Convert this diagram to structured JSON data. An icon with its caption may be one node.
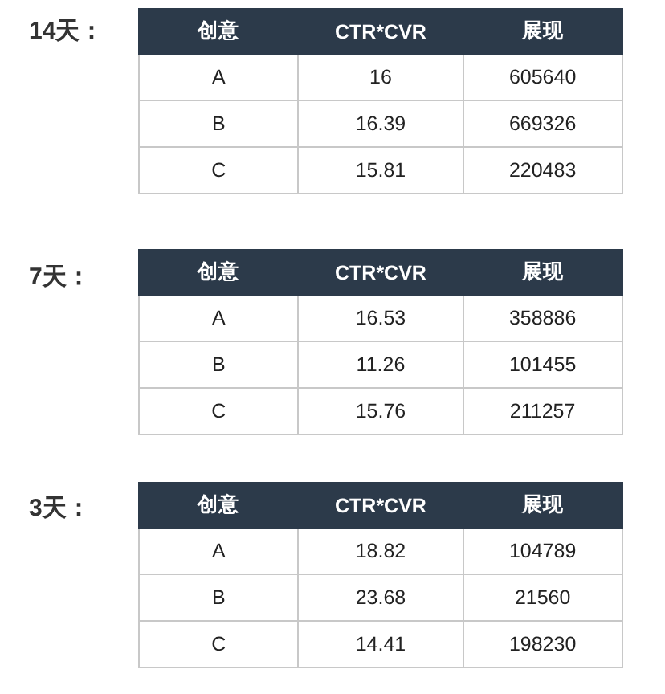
{
  "diagram": {
    "labels": [
      "14天：",
      "创意",
      "CTR*CVR",
      "展现",
      "A",
      "16",
      "605640",
      "B",
      "16.39",
      "669326",
      "C",
      "15.81",
      "220483",
      "7天：",
      "创意",
      "CTR*CVR",
      "展现",
      "A",
      "16.53",
      "358886",
      "B",
      "11.26",
      "101455",
      "C",
      "15.76",
      "211257",
      "3天：",
      "创意",
      "CTR*CVR",
      "展现",
      "A",
      "18.82",
      "104789",
      "B",
      "23.68",
      "21560",
      "C",
      "14.41",
      "198230"
    ]
  }
}
